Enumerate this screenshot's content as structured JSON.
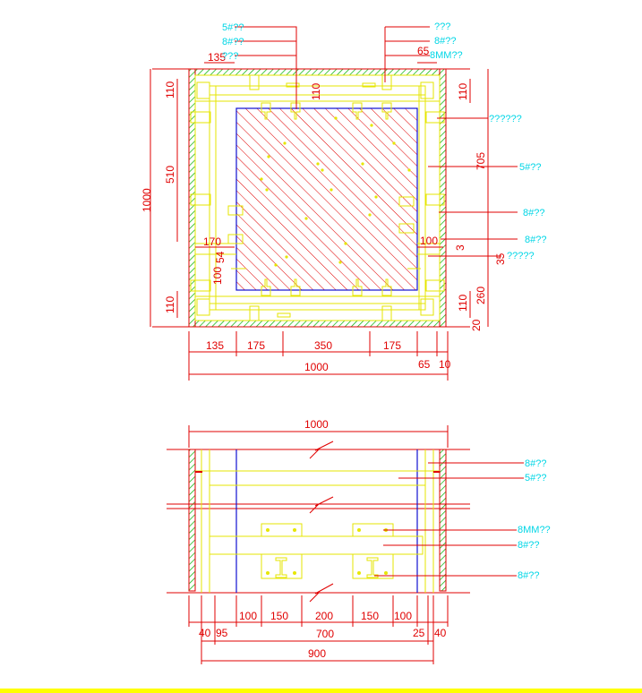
{
  "plan": {
    "labels_top": [
      "5#??",
      "8#??",
      "???",
      "???",
      "8#??",
      "8MM??"
    ],
    "labels_right": [
      "??????",
      "5#??",
      "8#??",
      "8#??",
      "?????"
    ],
    "dims_top": [
      "135",
      "65"
    ],
    "dims_left": [
      "110",
      "510",
      "1000",
      "110"
    ],
    "dims_inner": [
      "110",
      "110",
      "170",
      "54",
      "100",
      "100",
      "110"
    ],
    "dims_right": [
      "705",
      "35",
      "260",
      "20",
      "3"
    ],
    "dims_bottom": [
      "135",
      "175",
      "350",
      "175",
      "65",
      "10",
      "1000"
    ]
  },
  "elevation": {
    "dim_top": "1000",
    "labels": [
      "8#??",
      "5#??",
      "8MM??",
      "8#??",
      "8#??"
    ],
    "dims_bottom": [
      "40",
      "95",
      "100",
      "150",
      "200",
      "150",
      "100",
      "25",
      "40",
      "700",
      "900"
    ]
  },
  "colors": {
    "dimension": "#e00000",
    "label": "#00d6e6",
    "steel": "#e6e600",
    "concrete_hatch": "#00c000",
    "opening": "#1010d0",
    "border": "#ffff00"
  }
}
